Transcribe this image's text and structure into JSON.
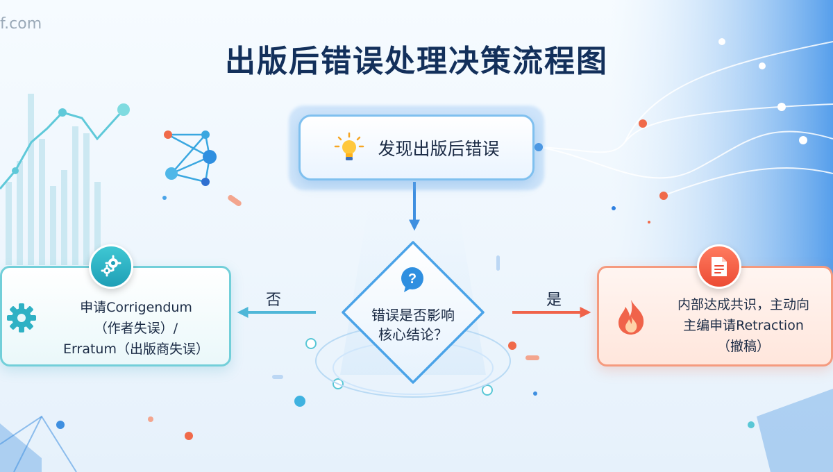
{
  "watermark": "f.com",
  "title": "出版后错误处理决策流程图",
  "nodes": {
    "start": {
      "label": "发现出版后错误",
      "icon": "lightbulb-icon"
    },
    "decision": {
      "lines": [
        "错误是否影响",
        "核心结论？"
      ],
      "icon": "question-bubble-icon"
    },
    "left": {
      "lines": [
        "申请Corrigendum",
        "（作者失误）/",
        "Erratum（出版商失误）"
      ],
      "badge_icon": "gears-icon",
      "side_icon": "gear-icon"
    },
    "right": {
      "lines": [
        "内部达成共识，主动向",
        "主编申请Retraction",
        "（撤稿）"
      ],
      "badge_icon": "document-icon",
      "side_icon": "flame-icon"
    }
  },
  "edges": {
    "no_label": "否",
    "yes_label": "是"
  },
  "colors": {
    "title": "#13305b",
    "start_border": "#7fc0ef",
    "decision_border": "#4aa3e8",
    "left_border": "#72cfd9",
    "right_border": "#f59a7e",
    "arrow_down": "#3f8fe0",
    "arrow_left": "#4fb7d8",
    "arrow_right": "#f0634a"
  }
}
